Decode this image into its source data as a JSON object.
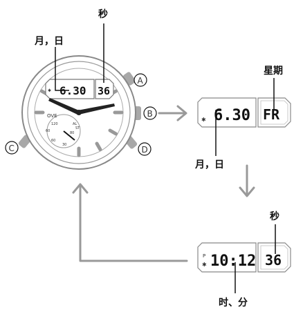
{
  "watch": {
    "callout_month_day": "月，日",
    "callout_seconds": "秒",
    "display_date": "6.30",
    "display_seconds": "36",
    "button_a": "A",
    "button_b": "B",
    "button_c": "C",
    "button_d": "D",
    "dial_ove": "OVE",
    "dial_al": "AL",
    "dial_st": "ST",
    "dial_120": "120",
    "dial_60": "60",
    "dial_80": "80",
    "dial_30": "30",
    "dial_minus60": "60"
  },
  "panel_date": {
    "display_date": "6.30",
    "display_weekday": "FR",
    "callout_weekday": "星期",
    "callout_month_day": "月，日"
  },
  "panel_time": {
    "indicator_p": "P",
    "display_time": "10:12",
    "display_seconds": "36",
    "callout_seconds": "秒",
    "callout_time": "时、分"
  },
  "colors": {
    "line": "#888888",
    "arrow": "#999999",
    "dark": "#111111"
  }
}
